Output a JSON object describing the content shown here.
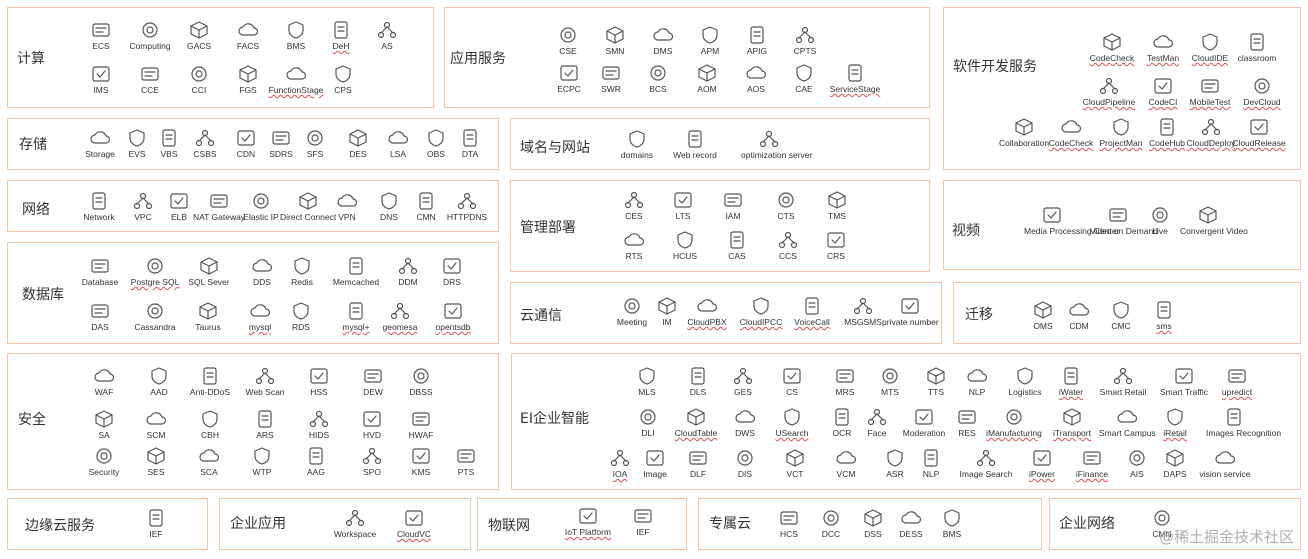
{
  "panels": [
    {
      "id": "compute",
      "title": "计算",
      "items": [
        [
          "ECS",
          0
        ],
        [
          "Computing",
          0
        ],
        [
          "GACS",
          0
        ],
        [
          "FACS",
          0
        ],
        [
          "BMS",
          0
        ],
        [
          "DeH",
          1
        ],
        [
          "AS",
          0
        ],
        [
          "IMS",
          0
        ],
        [
          "CCE",
          0
        ],
        [
          "CCI",
          0
        ],
        [
          "FGS",
          0
        ],
        [
          "FunctionStage",
          1
        ],
        [
          "CPS",
          0
        ]
      ]
    },
    {
      "id": "app",
      "title": "应用服务",
      "items": [
        [
          "CSE",
          0
        ],
        [
          "SMN",
          0
        ],
        [
          "DMS",
          0
        ],
        [
          "APM",
          0
        ],
        [
          "APIG",
          0
        ],
        [
          "CPTS",
          0
        ],
        [
          "ECPC",
          0
        ],
        [
          "SWR",
          0
        ],
        [
          "BCS",
          0
        ],
        [
          "AOM",
          0
        ],
        [
          "AOS",
          0
        ],
        [
          "CAE",
          0
        ],
        [
          "ServiceStage",
          1
        ]
      ]
    },
    {
      "id": "devops",
      "title": "软件开发服务",
      "items": [
        [
          "CodeCheck",
          1
        ],
        [
          "TestMan",
          1
        ],
        [
          "CloudIDE",
          1
        ],
        [
          "classroom",
          0
        ],
        [
          "CloudPipeline",
          1
        ],
        [
          "CodeCI",
          1
        ],
        [
          "MobileTest",
          1
        ],
        [
          "DevCloud",
          1
        ],
        [
          "Collaboration",
          0
        ],
        [
          "CodeCheck",
          1
        ],
        [
          "ProjectMan",
          1
        ],
        [
          "CodeHub",
          1
        ],
        [
          "CloudDeploy",
          1
        ],
        [
          "CloudRelease",
          1
        ]
      ]
    },
    {
      "id": "storage",
      "title": "存储",
      "items": [
        [
          "Storage",
          0
        ],
        [
          "EVS",
          0
        ],
        [
          "VBS",
          0
        ],
        [
          "CSBS",
          0
        ],
        [
          "CDN",
          0
        ],
        [
          "SDRS",
          0
        ],
        [
          "SFS",
          0
        ],
        [
          "DES",
          0
        ],
        [
          "LSA",
          0
        ],
        [
          "OBS",
          0
        ],
        [
          "DTA",
          0
        ]
      ]
    },
    {
      "id": "domain",
      "title": "域名与网站",
      "items": [
        [
          "domains",
          0
        ],
        [
          "Web record",
          0
        ],
        [
          "optimization server",
          0
        ]
      ]
    },
    {
      "id": "network",
      "title": "网络",
      "items": [
        [
          "Network",
          0
        ],
        [
          "VPC",
          0
        ],
        [
          "ELB",
          0
        ],
        [
          "NAT Gateway",
          0
        ],
        [
          "Elastic IP",
          0
        ],
        [
          "Direct Connect",
          0
        ],
        [
          "VPN",
          0
        ],
        [
          "DNS",
          0
        ],
        [
          "CMN",
          0
        ],
        [
          "HTTPDNS",
          0
        ]
      ]
    },
    {
      "id": "mgmt",
      "title": "管理部署",
      "items": [
        [
          "CES",
          0
        ],
        [
          "LTS",
          0
        ],
        [
          "IAM",
          0
        ],
        [
          "CTS",
          0
        ],
        [
          "TMS",
          0
        ],
        [
          "RTS",
          0
        ],
        [
          "HCUS",
          0
        ],
        [
          "CAS",
          0
        ],
        [
          "CCS",
          0
        ],
        [
          "CRS",
          0
        ]
      ]
    },
    {
      "id": "video",
      "title": "视频",
      "items": [
        [
          "Media Processing Center",
          0
        ],
        [
          "Video on Demand",
          0
        ],
        [
          "Live",
          0
        ],
        [
          "Convergent Video",
          0
        ]
      ]
    },
    {
      "id": "db",
      "title": "数据库",
      "items": [
        [
          "Database",
          0
        ],
        [
          "Postgre SQL",
          1
        ],
        [
          "SQL Sever",
          0
        ],
        [
          "DDS",
          0
        ],
        [
          "Redis",
          0
        ],
        [
          "Memcached",
          0
        ],
        [
          "DDM",
          0
        ],
        [
          "DRS",
          0
        ],
        [
          "DAS",
          0
        ],
        [
          "Cassandra",
          0
        ],
        [
          "Taurus",
          0
        ],
        [
          "mysql",
          1
        ],
        [
          "RDS",
          0
        ],
        [
          "mysql+",
          1
        ],
        [
          "geomesa",
          1
        ],
        [
          "opentsdb",
          1
        ]
      ]
    },
    {
      "id": "comm",
      "title": "云通信",
      "items": [
        [
          "Meeting",
          0
        ],
        [
          "IM",
          0
        ],
        [
          "CloudPBX",
          1
        ],
        [
          "CloudIPCC",
          1
        ],
        [
          "VoiceCall",
          1
        ],
        [
          "MSGSMS",
          0
        ],
        [
          "private number",
          0
        ]
      ]
    },
    {
      "id": "migrate",
      "title": "迁移",
      "items": [
        [
          "OMS",
          0
        ],
        [
          "CDM",
          0
        ],
        [
          "CMC",
          0
        ],
        [
          "sms",
          1
        ]
      ]
    },
    {
      "id": "security",
      "title": "安全",
      "items": [
        [
          "WAF",
          0
        ],
        [
          "AAD",
          0
        ],
        [
          "Anti-DDoS",
          0
        ],
        [
          "Web Scan",
          0
        ],
        [
          "HSS",
          0
        ],
        [
          "DEW",
          0
        ],
        [
          "DBSS",
          0
        ],
        [
          "SA",
          0
        ],
        [
          "SCM",
          0
        ],
        [
          "CBH",
          0
        ],
        [
          "ARS",
          0
        ],
        [
          "HIDS",
          0
        ],
        [
          "HVD",
          0
        ],
        [
          "HWAF",
          0
        ],
        [
          "Security",
          0
        ],
        [
          "SES",
          0
        ],
        [
          "SCA",
          0
        ],
        [
          "WTP",
          0
        ],
        [
          "AAG",
          0
        ],
        [
          "SPO",
          0
        ],
        [
          "KMS",
          0
        ],
        [
          "PTS",
          0
        ]
      ]
    },
    {
      "id": "ei",
      "title": "EI企业智能",
      "items": [
        [
          "MLS",
          0
        ],
        [
          "DLS",
          0
        ],
        [
          "GES",
          0
        ],
        [
          "CS",
          0
        ],
        [
          "MRS",
          0
        ],
        [
          "MTS",
          0
        ],
        [
          "TTS",
          0
        ],
        [
          "NLP",
          0
        ],
        [
          "Logistics",
          0
        ],
        [
          "iWater",
          1
        ],
        [
          "Smart Retail",
          0
        ],
        [
          "Smart Traffic",
          0
        ],
        [
          "upredict",
          1
        ],
        [
          "DLI",
          0
        ],
        [
          "CloudTable",
          1
        ],
        [
          "DWS",
          0
        ],
        [
          "USearch",
          1
        ],
        [
          "OCR",
          0
        ],
        [
          "Face",
          0
        ],
        [
          "Moderation",
          0
        ],
        [
          "RES",
          0
        ],
        [
          "iManufacturing",
          1
        ],
        [
          "iTransport",
          1
        ],
        [
          "Smart Campus",
          0
        ],
        [
          "iRetail",
          1
        ],
        [
          "Images Recognition",
          0
        ],
        [
          "IOA",
          1
        ],
        [
          "Image",
          0
        ],
        [
          "DLF",
          0
        ],
        [
          "DIS",
          0
        ],
        [
          "VCT",
          0
        ],
        [
          "VCM",
          0
        ],
        [
          "ASR",
          0
        ],
        [
          "NLP",
          0
        ],
        [
          "Image Search",
          0
        ],
        [
          "iPower",
          1
        ],
        [
          "iFinance",
          1
        ],
        [
          "AIS",
          0
        ],
        [
          "DAPS",
          0
        ],
        [
          "vision service",
          0
        ]
      ]
    },
    {
      "id": "edge",
      "title": "边缘云服务",
      "items": [
        [
          "IEF",
          0
        ]
      ]
    },
    {
      "id": "enterprise",
      "title": "企业应用",
      "items": [
        [
          "Workspace",
          0
        ],
        [
          "CloudVC",
          1
        ]
      ]
    },
    {
      "id": "iot",
      "title": "物联网",
      "items": [
        [
          "IoT Platform",
          1
        ],
        [
          "IEF",
          0
        ]
      ]
    },
    {
      "id": "dedicated",
      "title": "专属云",
      "items": [
        [
          "HCS",
          0
        ],
        [
          "DCC",
          0
        ],
        [
          "DSS",
          0
        ],
        [
          "DESS",
          0
        ],
        [
          "BMS",
          0
        ]
      ]
    },
    {
      "id": "entnet",
      "title": "企业网络",
      "items": [
        [
          "CMN",
          0
        ]
      ]
    }
  ],
  "watermark": "@稀土掘金技术社区",
  "colors": {
    "border": "#f3c7a6",
    "icon": "#555555",
    "underline": "#e05050"
  }
}
